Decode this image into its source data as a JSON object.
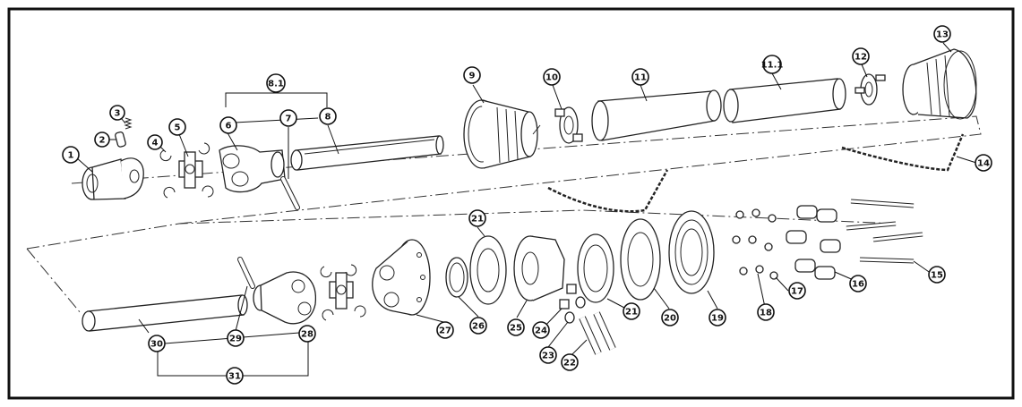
{
  "diagram": {
    "callouts": [
      {
        "id": "c1",
        "label": "1"
      },
      {
        "id": "c2",
        "label": "2"
      },
      {
        "id": "c3",
        "label": "3"
      },
      {
        "id": "c4",
        "label": "4"
      },
      {
        "id": "c5",
        "label": "5"
      },
      {
        "id": "c6",
        "label": "6"
      },
      {
        "id": "c7",
        "label": "7"
      },
      {
        "id": "c8",
        "label": "8"
      },
      {
        "id": "c81",
        "label": "8.1"
      },
      {
        "id": "c9",
        "label": "9"
      },
      {
        "id": "c10",
        "label": "10"
      },
      {
        "id": "c11",
        "label": "11"
      },
      {
        "id": "c111",
        "label": "11.1"
      },
      {
        "id": "c12",
        "label": "12"
      },
      {
        "id": "c13",
        "label": "13"
      },
      {
        "id": "c14",
        "label": "14"
      },
      {
        "id": "c15",
        "label": "15"
      },
      {
        "id": "c16",
        "label": "16"
      },
      {
        "id": "c17",
        "label": "17"
      },
      {
        "id": "c18",
        "label": "18"
      },
      {
        "id": "c19",
        "label": "19"
      },
      {
        "id": "c20",
        "label": "20"
      },
      {
        "id": "c21a",
        "label": "21"
      },
      {
        "id": "c21b",
        "label": "21"
      },
      {
        "id": "c22",
        "label": "22"
      },
      {
        "id": "c23",
        "label": "23"
      },
      {
        "id": "c24",
        "label": "24"
      },
      {
        "id": "c25",
        "label": "25"
      },
      {
        "id": "c26",
        "label": "26"
      },
      {
        "id": "c27",
        "label": "27"
      },
      {
        "id": "c28",
        "label": "28"
      },
      {
        "id": "c29",
        "label": "29"
      },
      {
        "id": "c30",
        "label": "30"
      },
      {
        "id": "c31",
        "label": "31"
      }
    ]
  }
}
